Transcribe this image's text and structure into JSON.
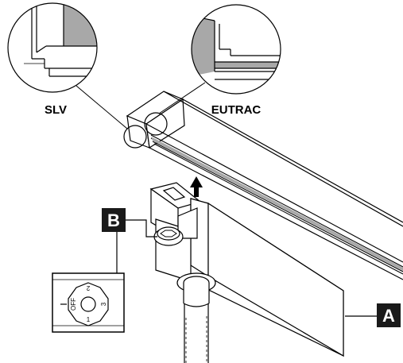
{
  "labels": {
    "slv": "SLV",
    "eutrac": "EUTRAC",
    "a": "A",
    "b": "B"
  },
  "dial": {
    "off": "OFF",
    "n1": "1",
    "n2": "2",
    "n3": "3"
  },
  "colors": {
    "line": "#000000",
    "shade": "#a8a8a8",
    "label_box": "#1a1a1a",
    "background": "#ffffff"
  }
}
